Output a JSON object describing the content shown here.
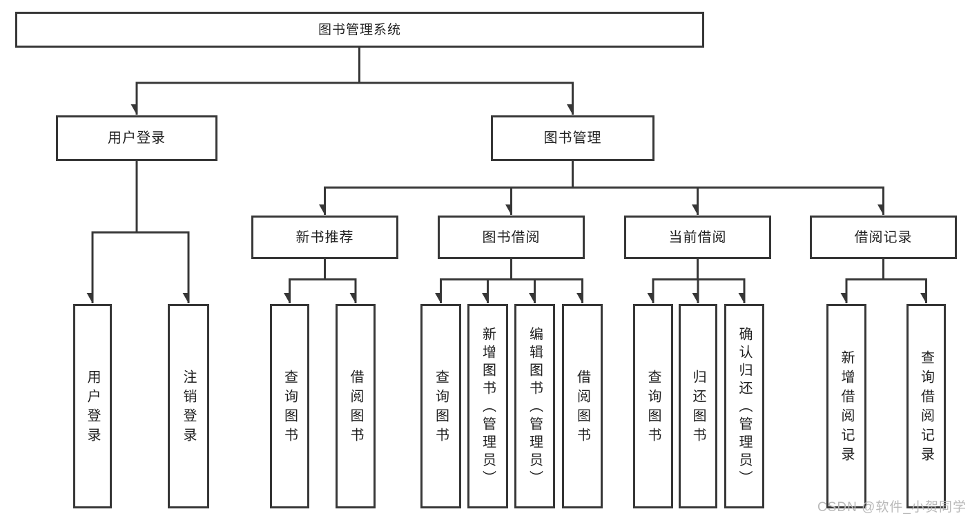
{
  "diagram": {
    "title": "图书管理系统",
    "root": {
      "label": "图书管理系统"
    },
    "level2": [
      {
        "id": "user-login",
        "label": "用户登录"
      },
      {
        "id": "book-management",
        "label": "图书管理"
      }
    ],
    "level3": [
      {
        "id": "new-book-recommend",
        "label": "新书推荐"
      },
      {
        "id": "book-borrow",
        "label": "图书借阅"
      },
      {
        "id": "current-borrow",
        "label": "当前借阅"
      },
      {
        "id": "borrow-record",
        "label": "借阅记录"
      }
    ],
    "leaves": {
      "user_login": [
        "用户登录",
        "注销登录"
      ],
      "new_book_recommend": [
        "查询图书",
        "借阅图书"
      ],
      "book_borrow": [
        "查询图书",
        "新增图书（管理员）",
        "编辑图书（管理员）",
        "借阅图书"
      ],
      "current_borrow": [
        "查询图书",
        "归还图书",
        "确认归还（管理员）"
      ],
      "borrow_record": [
        "新增借阅记录",
        "查询借阅记录"
      ]
    }
  },
  "watermark": {
    "text": "CSDN @软件_小贺同学",
    "color": "#b9b9b9"
  },
  "colors": {
    "line": "#373737",
    "border": "#373737",
    "text": "#1f1f1f",
    "background": "#ffffff"
  }
}
